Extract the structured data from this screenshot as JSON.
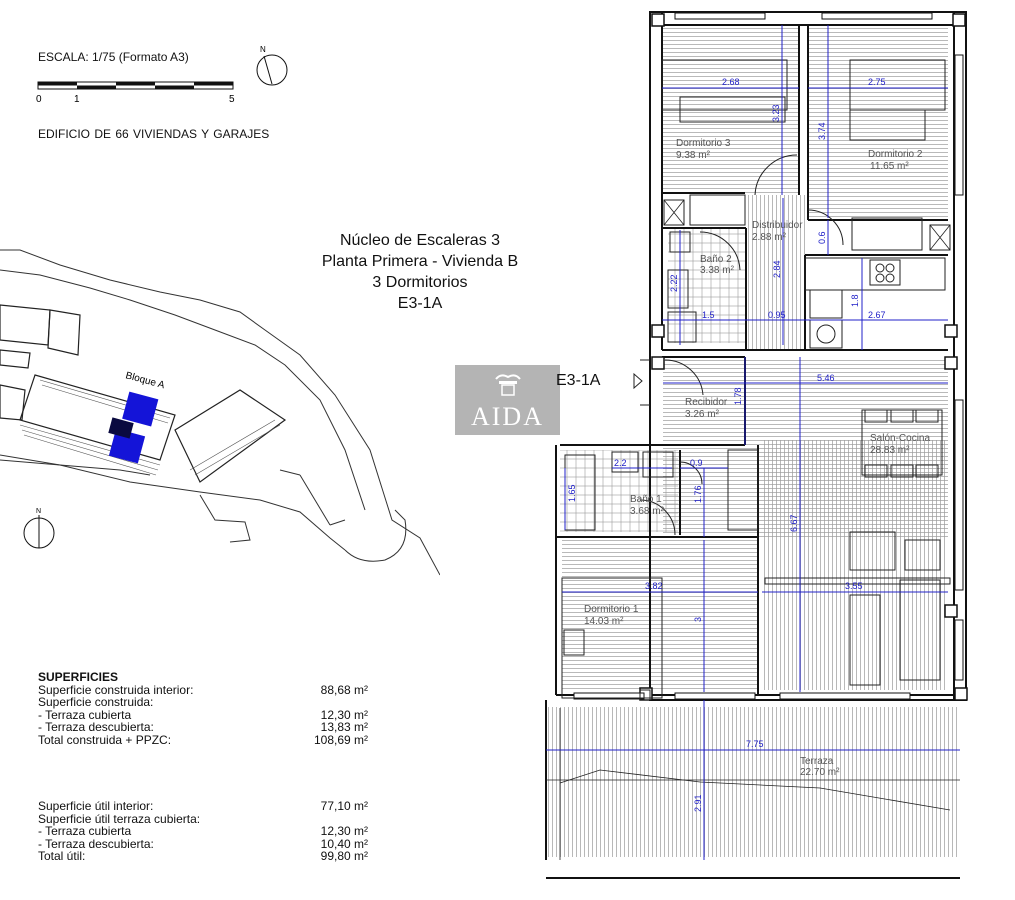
{
  "header": {
    "scale_text": "ESCALA: 1/75 (Formato A3)",
    "scale_ticks": [
      "0",
      "1",
      "5"
    ],
    "north_label": "N",
    "building_text": "EDIFICIO DE  66  VIVIENDAS  Y GARAJES"
  },
  "title": {
    "line1": "Núcleo de Escaleras 3",
    "line2": "Planta Primera - Vivienda B",
    "line3": "3 Dormitorios",
    "line4": "E3-1A"
  },
  "site_plan": {
    "block_label": "Bloque A",
    "north_label": "N"
  },
  "logo": {
    "text": "AIDA"
  },
  "unit_marker": "E3-1A",
  "superficies": {
    "heading": "SUPERFICIES",
    "rows": [
      {
        "label": "Superficie construida interior:",
        "value": "88,68 m²"
      },
      {
        "label": "Superficie construida:",
        "value": ""
      },
      {
        "label": "- Terraza cubierta",
        "value": "12,30 m²"
      },
      {
        "label": "- Terraza descubierta:",
        "value": "13,83 m²"
      },
      {
        "label": "Total construida + PPZC:",
        "value": "108,69 m²"
      }
    ],
    "rows2": [
      {
        "label": "Superficie útil interior:",
        "value": "77,10 m²"
      },
      {
        "label": "Superficie útil terraza cubierta:",
        "value": ""
      },
      {
        "label": "- Terraza cubierta",
        "value": "12,30 m²"
      },
      {
        "label": "- Terraza descubierta:",
        "value": "10,40 m²"
      },
      {
        "label": "Total útil:",
        "value": "99,80 m²"
      }
    ]
  },
  "rooms": {
    "dorm3_name": "Dormitorio 3",
    "dorm3_area": "9.38 m²",
    "dorm2_name": "Dormitorio 2",
    "dorm2_area": "11.65 m²",
    "distrib_name": "Distribuidor",
    "distrib_area": "2.88 m²",
    "bano2_name": "Baño 2",
    "bano2_area": "3.38 m²",
    "recibidor_name": "Recibidor",
    "recibidor_area": "3.26 m²",
    "salon_name": "Salón-Cocina",
    "salon_area": "28.83 m²",
    "bano1_name": "Baño 1",
    "bano1_area": "3.68 m²",
    "dorm1_name": "Dormitorio 1",
    "dorm1_area": "14.03 m²",
    "terraza_name": "Terraza",
    "terraza_area": "22.70 m²"
  },
  "dimensions": {
    "d268": "2.68",
    "d275": "2.75",
    "d323": "3.23",
    "d374": "3.74",
    "d06": "0.6",
    "d222": "2.22",
    "d284": "2.84",
    "d18": "1.8",
    "d15": "1.5",
    "d095": "0.95",
    "d267": "2.67",
    "d546": "5.46",
    "d178": "1.78",
    "d22": "2.2",
    "d09": "0.9",
    "d165": "1.65",
    "d176": "1.76",
    "d667": "6.67",
    "d382": "3.82",
    "d355": "3.55",
    "d3": "3",
    "d775": "7.75",
    "d291": "2.91"
  },
  "colors": {
    "dimension": "#2020c8",
    "highlight": "#1414d8",
    "hatch": "#9a9a9a",
    "wall": "#111111"
  }
}
